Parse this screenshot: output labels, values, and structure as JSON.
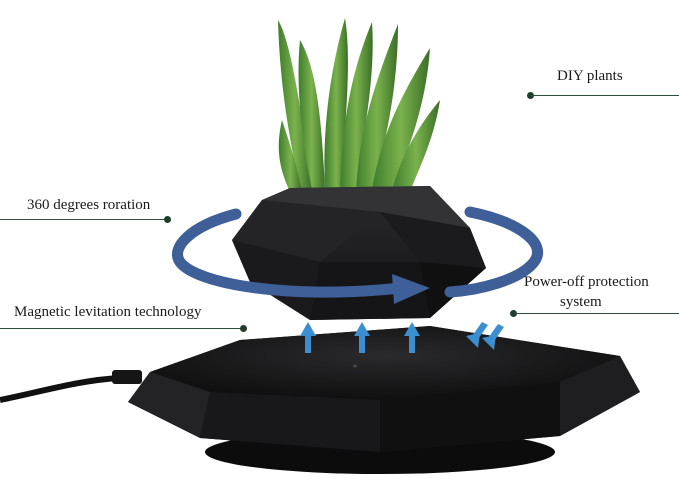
{
  "labels": {
    "diy_plants": "DIY plants",
    "rotation": "360 degrees roration",
    "power_off_line1": "Power-off protection",
    "power_off_line2": "system",
    "magnetic": "Magnetic levitation  technology"
  },
  "colors": {
    "callout_line": "#2f4f3a",
    "callout_dot": "#1f3d2b",
    "rotation_arrow": "#3f5f99",
    "levitation_arrow": "#3b8fd1",
    "device_black": "#1c1c1e",
    "plant_green": "#5d9a3c"
  },
  "icons": {
    "rotation": "rotation-arrow-icon",
    "levitation": "up-arrow-icon",
    "power_off": "down-arrow-icon"
  }
}
